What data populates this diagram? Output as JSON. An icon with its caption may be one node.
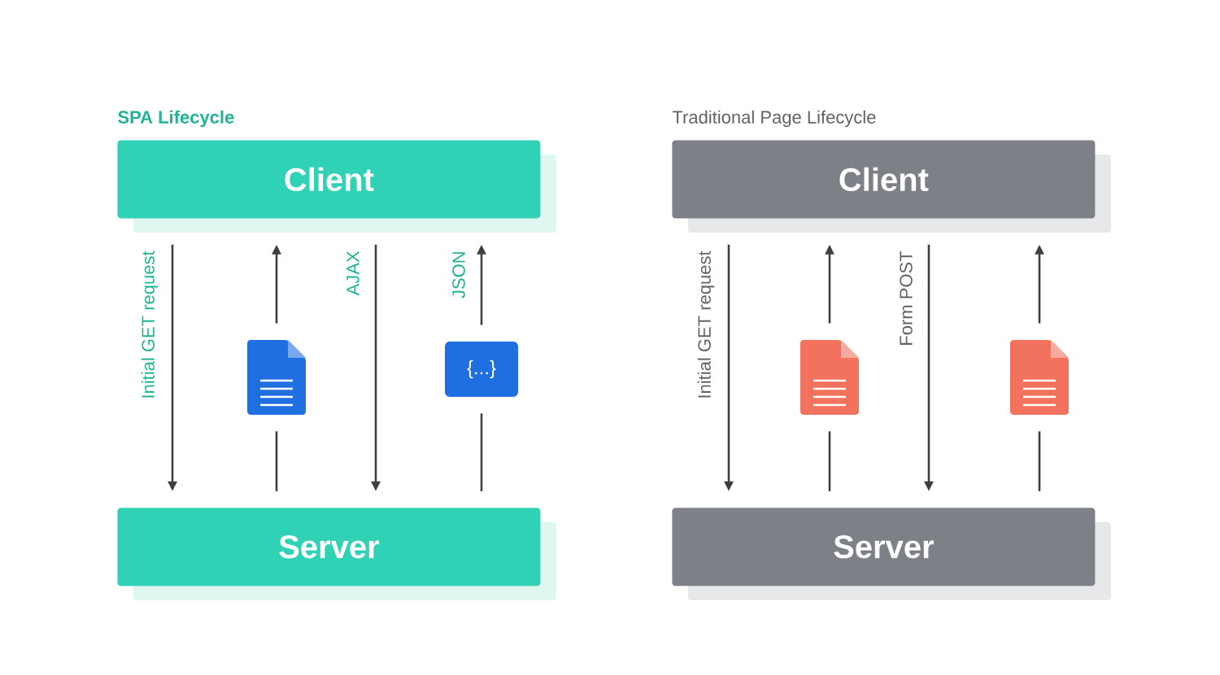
{
  "diagram": {
    "nodes": [
      {
        "text": [
          "Client"
        ]
      },
      {
        "text": [
          "Server"
        ]
      },
      {
        "text": [],
        "shape": "document"
      },
      {
        "text": [
          "{...}"
        ]
      },
      {
        "text": [
          "Client"
        ]
      },
      {
        "text": [
          "Server"
        ]
      },
      {
        "text": [],
        "shape": "document"
      },
      {
        "text": [],
        "shape": "document"
      }
    ],
    "edges": [
      {
        "from": 0,
        "to": 1,
        "arrow": "to",
        "label": "Initial GET request"
      },
      {
        "from": 1,
        "to": 2,
        "arrow": "none"
      },
      {
        "from": 2,
        "to": 0,
        "arrow": "to"
      },
      {
        "from": 0,
        "to": 1,
        "arrow": "to",
        "label": "AJAX"
      },
      {
        "from": 1,
        "to": 3,
        "arrow": "none"
      },
      {
        "from": 3,
        "to": 0,
        "arrow": "to",
        "label": "JSON"
      },
      {
        "from": 4,
        "to": 5,
        "arrow": "to",
        "label": "Initial GET request"
      },
      {
        "from": 5,
        "to": 6,
        "arrow": "none"
      },
      {
        "from": 6,
        "to": 4,
        "arrow": "to"
      },
      {
        "from": 4,
        "to": 5,
        "arrow": "to",
        "label": "Form POST"
      },
      {
        "from": 5,
        "to": 7,
        "arrow": "none"
      },
      {
        "from": 7,
        "to": 4,
        "arrow": "to"
      }
    ],
    "labels": [
      "SPA Lifecycle",
      "Traditional Page Lifecycle"
    ]
  }
}
